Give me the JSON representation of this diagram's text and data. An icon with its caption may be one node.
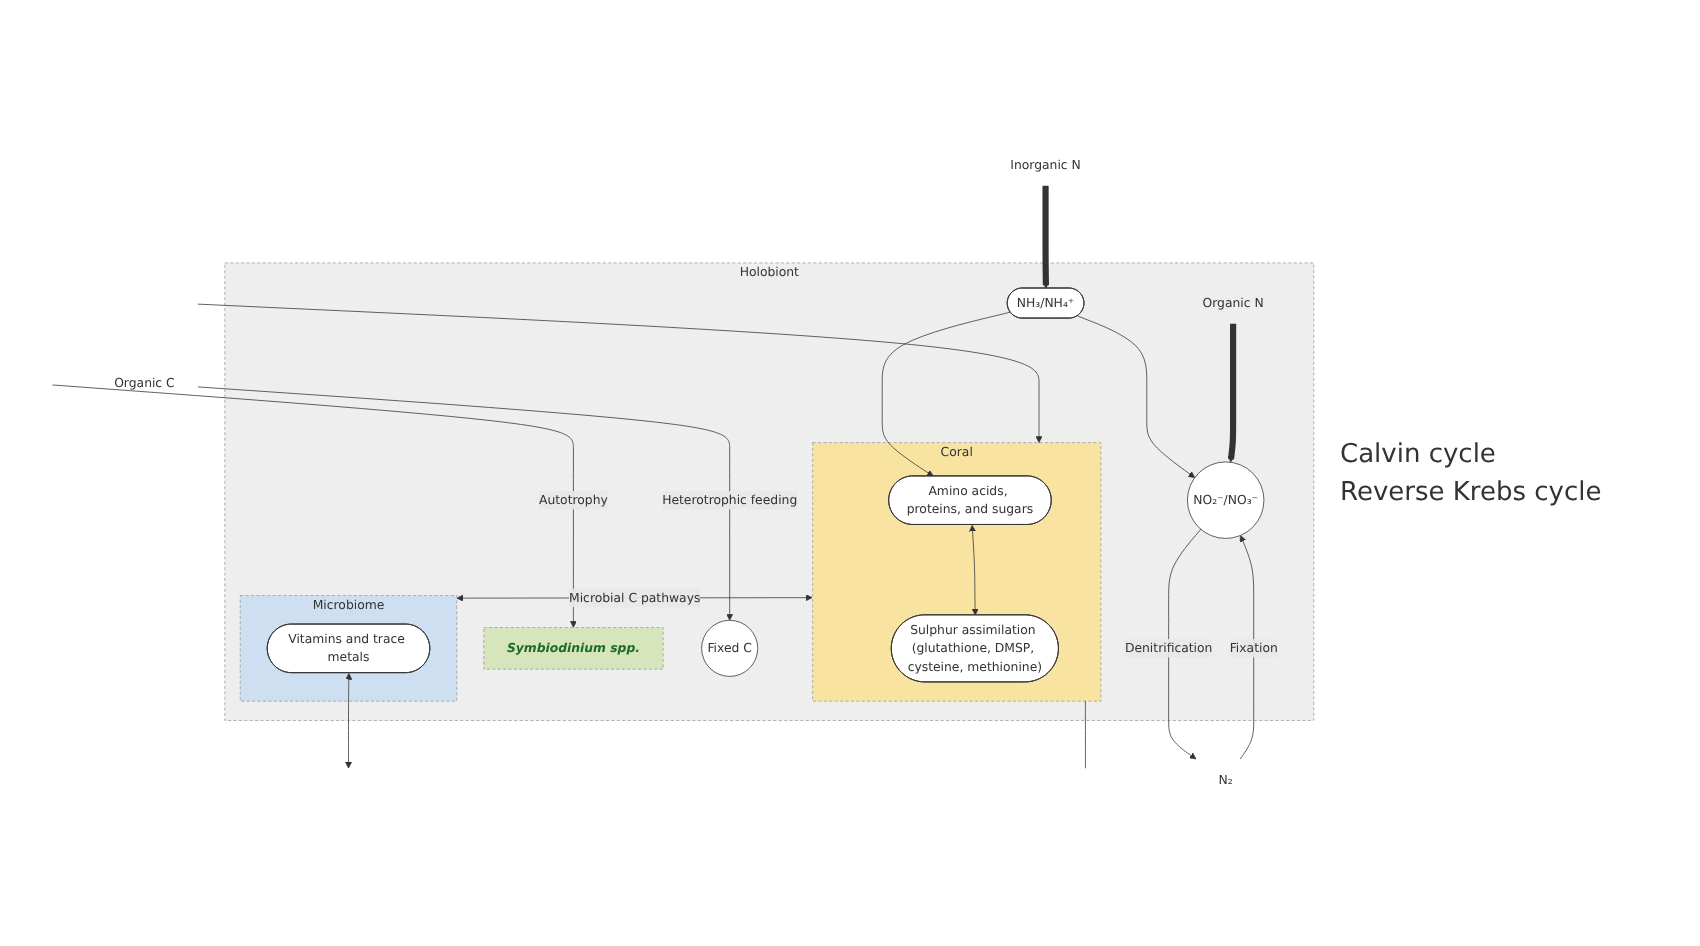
{
  "diagram": {
    "nodes": [
      {
        "text": [
          "Holobiont"
        ]
      },
      {
        "text": [
          "Organic C"
        ]
      },
      {
        "text": [
          "Inorganic N"
        ]
      },
      {
        "text": [
          "NH₃/NH₄⁺"
        ],
        "in": 0
      },
      {
        "text": [
          "N₂"
        ]
      },
      {
        "text": [
          "Symbiodinium spp."
        ],
        "in": 0
      },
      {
        "text": [
          "Coral"
        ],
        "in": 0
      },
      {
        "text": [
          "Amino acids, proteins, and sugars"
        ],
        "in": 6
      },
      {
        "text": [
          "Sulphur assimilation (glutathione, DMSP, cysteine, methionine)"
        ],
        "in": 6
      },
      {
        "text": [
          "Fixed C"
        ],
        "in": 0
      },
      {
        "text": [
          "NO₂⁻/NO₃⁻"
        ],
        "in": 0
      },
      {
        "text": [
          "Organic N"
        ],
        "in": 0
      },
      {
        "text": [
          "Microbiome"
        ],
        "in": 0
      },
      {
        "text": [
          "Vitamins and trace metals"
        ],
        "in": 12
      }
    ],
    "edges": [
      {
        "from": 1,
        "to": 9,
        "arrow": "to",
        "label": "Heterotrophic feeding"
      },
      {
        "from": 2,
        "to": 3,
        "arrow": "to",
        "style": "thick"
      },
      {
        "from": 3,
        "to": 7,
        "arrow": "to"
      },
      {
        "from": 3,
        "to": 10,
        "arrow": "to"
      },
      {
        "from": 4,
        "to": 10,
        "arrow": "to",
        "label": "Fixation"
      },
      {
        "from": 10,
        "to": 4,
        "arrow": "to",
        "label": "Denitrification"
      },
      {
        "from": 7,
        "to": 8,
        "arrow": "both"
      },
      {
        "from": 11,
        "to": 10,
        "arrow": "to",
        "style": "thick"
      },
      {
        "from": 6,
        "to": 12,
        "arrow": "both",
        "label": "Microbial C pathways"
      },
      {
        "from": null,
        "to": 5,
        "arrow": "to",
        "label": "Autotrophy"
      },
      {
        "from": 6,
        "to": null,
        "arrow": "none"
      },
      {
        "from": null,
        "to": 6,
        "arrow": "to"
      },
      {
        "from": 13,
        "to": null,
        "arrow": "both"
      }
    ],
    "labels": [
      "Calvin cycle",
      "Reverse Krebs cycle"
    ]
  }
}
